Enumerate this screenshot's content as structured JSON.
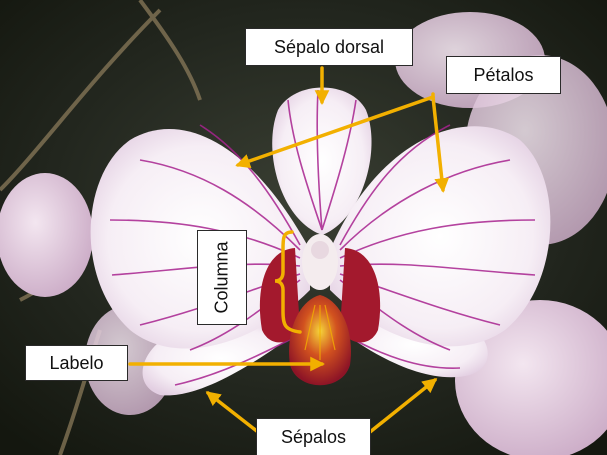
{
  "diagram": {
    "labels": {
      "sepalo_dorsal": "Sépalo dorsal",
      "petalos": "Pétalos",
      "columna": "Columna",
      "labelo": "Labelo",
      "sepalos": "Sépalos"
    },
    "colors": {
      "arrow": "#f2b000",
      "label_bg": "#ffffff",
      "petal": "#f5eef4",
      "vein": "#a8238f",
      "lip": "#b51e2e",
      "background": "#1e221a"
    }
  }
}
